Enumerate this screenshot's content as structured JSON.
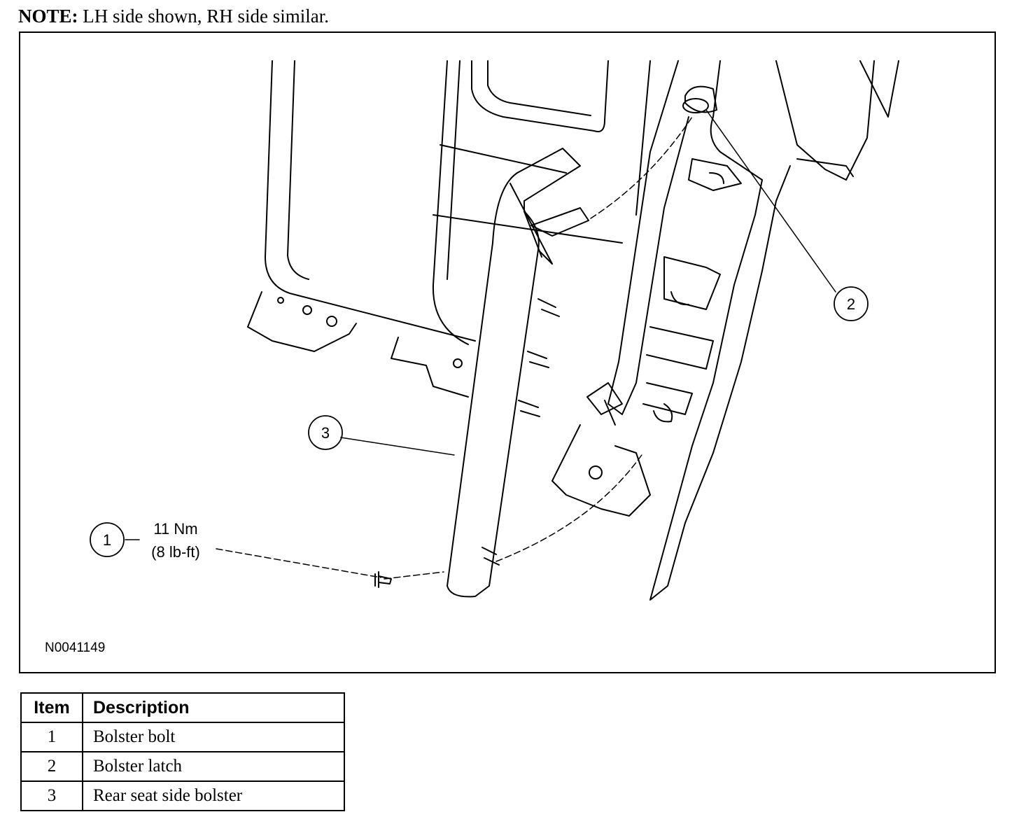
{
  "note": {
    "label": "NOTE:",
    "text": " LH side shown, RH side similar."
  },
  "figure": {
    "id": "N0041149",
    "callouts": [
      {
        "number": "1"
      },
      {
        "number": "2"
      },
      {
        "number": "3"
      }
    ],
    "torque": {
      "metric": "11 Nm",
      "imperial": "(8 lb-ft)"
    }
  },
  "legend": {
    "headers": {
      "item": "Item",
      "description": "Description"
    },
    "rows": [
      {
        "item": "1",
        "description": "Bolster bolt"
      },
      {
        "item": "2",
        "description": "Bolster latch"
      },
      {
        "item": "3",
        "description": "Rear seat side bolster"
      }
    ]
  }
}
